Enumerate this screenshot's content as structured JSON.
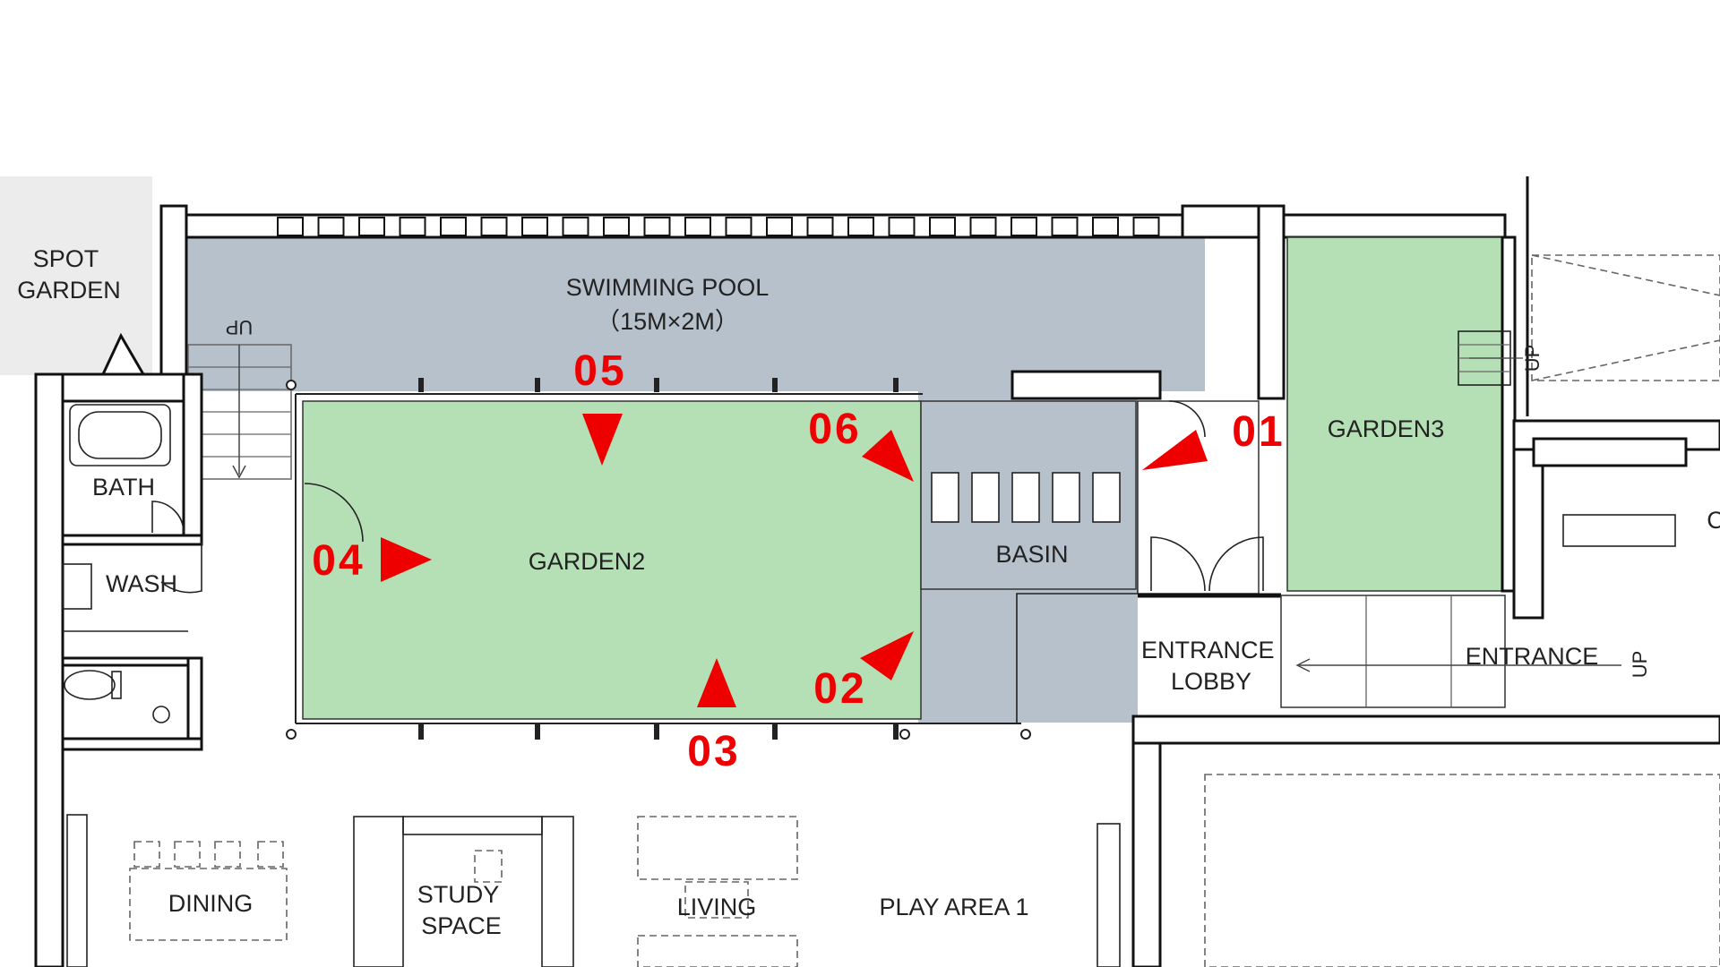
{
  "rooms": {
    "spot_garden": [
      "SPOT",
      "GARDEN"
    ],
    "swimming_pool": "SWIMMING POOL",
    "pool_size": "（15M×2M）",
    "up_pool": "UP",
    "bath": "BATH",
    "wash": "WASH",
    "garden2": "GARDEN2",
    "basin": "BASIN",
    "garden3": "GARDEN3",
    "up_garden3": "UP",
    "entrance_lobby": [
      "ENTRANCE",
      "LOBBY"
    ],
    "entrance": "ENTRANCE",
    "up_entrance": "UP",
    "partial_c": "C",
    "dining": "DINING",
    "study_space": [
      "STUDY",
      "SPACE"
    ],
    "living": "LIVING",
    "play_area": "PLAY AREA 1"
  },
  "view_markers": [
    "01",
    "02",
    "03",
    "04",
    "05",
    "06"
  ],
  "colors": {
    "garden_green": "#b5e0b5",
    "pool_blue_gray": "#b6c1cb",
    "spot_garden_gray": "#ececec",
    "marker_red": "#ee0000"
  }
}
